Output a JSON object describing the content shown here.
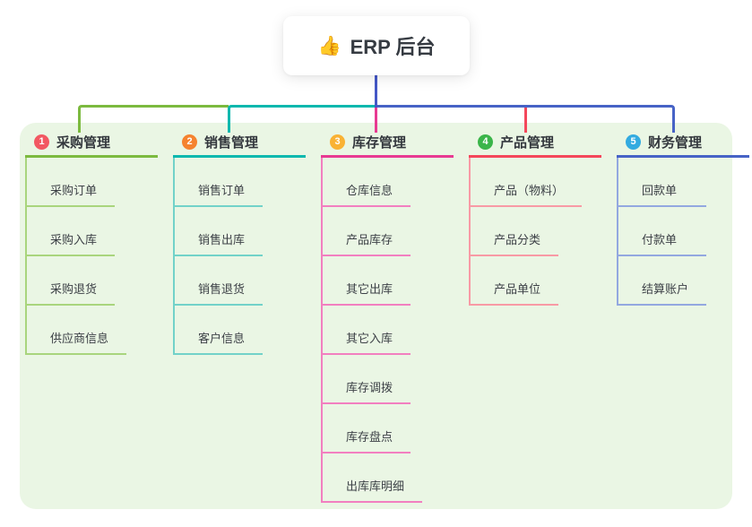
{
  "root": {
    "label": "ERP 后台",
    "icon": "thumbs-up-icon",
    "icon_glyph": "👍",
    "stem_color": "#4457c6"
  },
  "panel_color": "#eaf6e4",
  "branches": [
    {
      "num": "1",
      "label": "采购管理",
      "color": "#7cba3f",
      "light_color": "#a9d57d",
      "badge_color": "#f25862",
      "children": [
        "采购订单",
        "采购入库",
        "采购退货",
        "供应商信息"
      ]
    },
    {
      "num": "2",
      "label": "销售管理",
      "color": "#0cb8ae",
      "light_color": "#72d2c9",
      "badge_color": "#f5832f",
      "children": [
        "销售订单",
        "销售出库",
        "销售退货",
        "客户信息"
      ]
    },
    {
      "num": "3",
      "label": "库存管理",
      "color": "#e83a92",
      "light_color": "#f27fc0",
      "badge_color": "#f9b234",
      "children": [
        "仓库信息",
        "产品库存",
        "其它出库",
        "其它入库",
        "库存调拨",
        "库存盘点",
        "出库库明细"
      ]
    },
    {
      "num": "4",
      "label": "产品管理",
      "color": "#f4475b",
      "light_color": "#f89aa5",
      "badge_color": "#3bb54a",
      "children": [
        "产品（物料）",
        "产品分类",
        "产品单位"
      ]
    },
    {
      "num": "5",
      "label": "财务管理",
      "color": "#4763c6",
      "light_color": "#93a8e0",
      "badge_color": "#33abe0",
      "children": [
        "回款单",
        "付款单",
        "结算账户"
      ]
    }
  ]
}
